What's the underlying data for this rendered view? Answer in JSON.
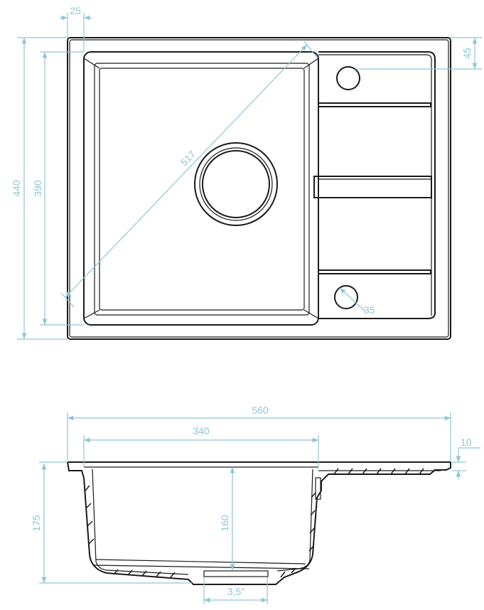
{
  "drawing": {
    "top_view": {
      "dimensions": {
        "rim_width": "25",
        "overall_depth": "440",
        "bowl_depth": "390",
        "tap_hole_offset": "45",
        "bowl_diagonal": "517",
        "tap_hole_diameter": "35"
      }
    },
    "side_view": {
      "dimensions": {
        "overall_width": "560",
        "bowl_width": "340",
        "rim_thickness": "10",
        "overall_height": "175",
        "bowl_height": "160",
        "drain_size": "3,5\""
      }
    },
    "colors": {
      "outline": "#1a1a1a",
      "dimension": "#8fc6d6"
    }
  }
}
